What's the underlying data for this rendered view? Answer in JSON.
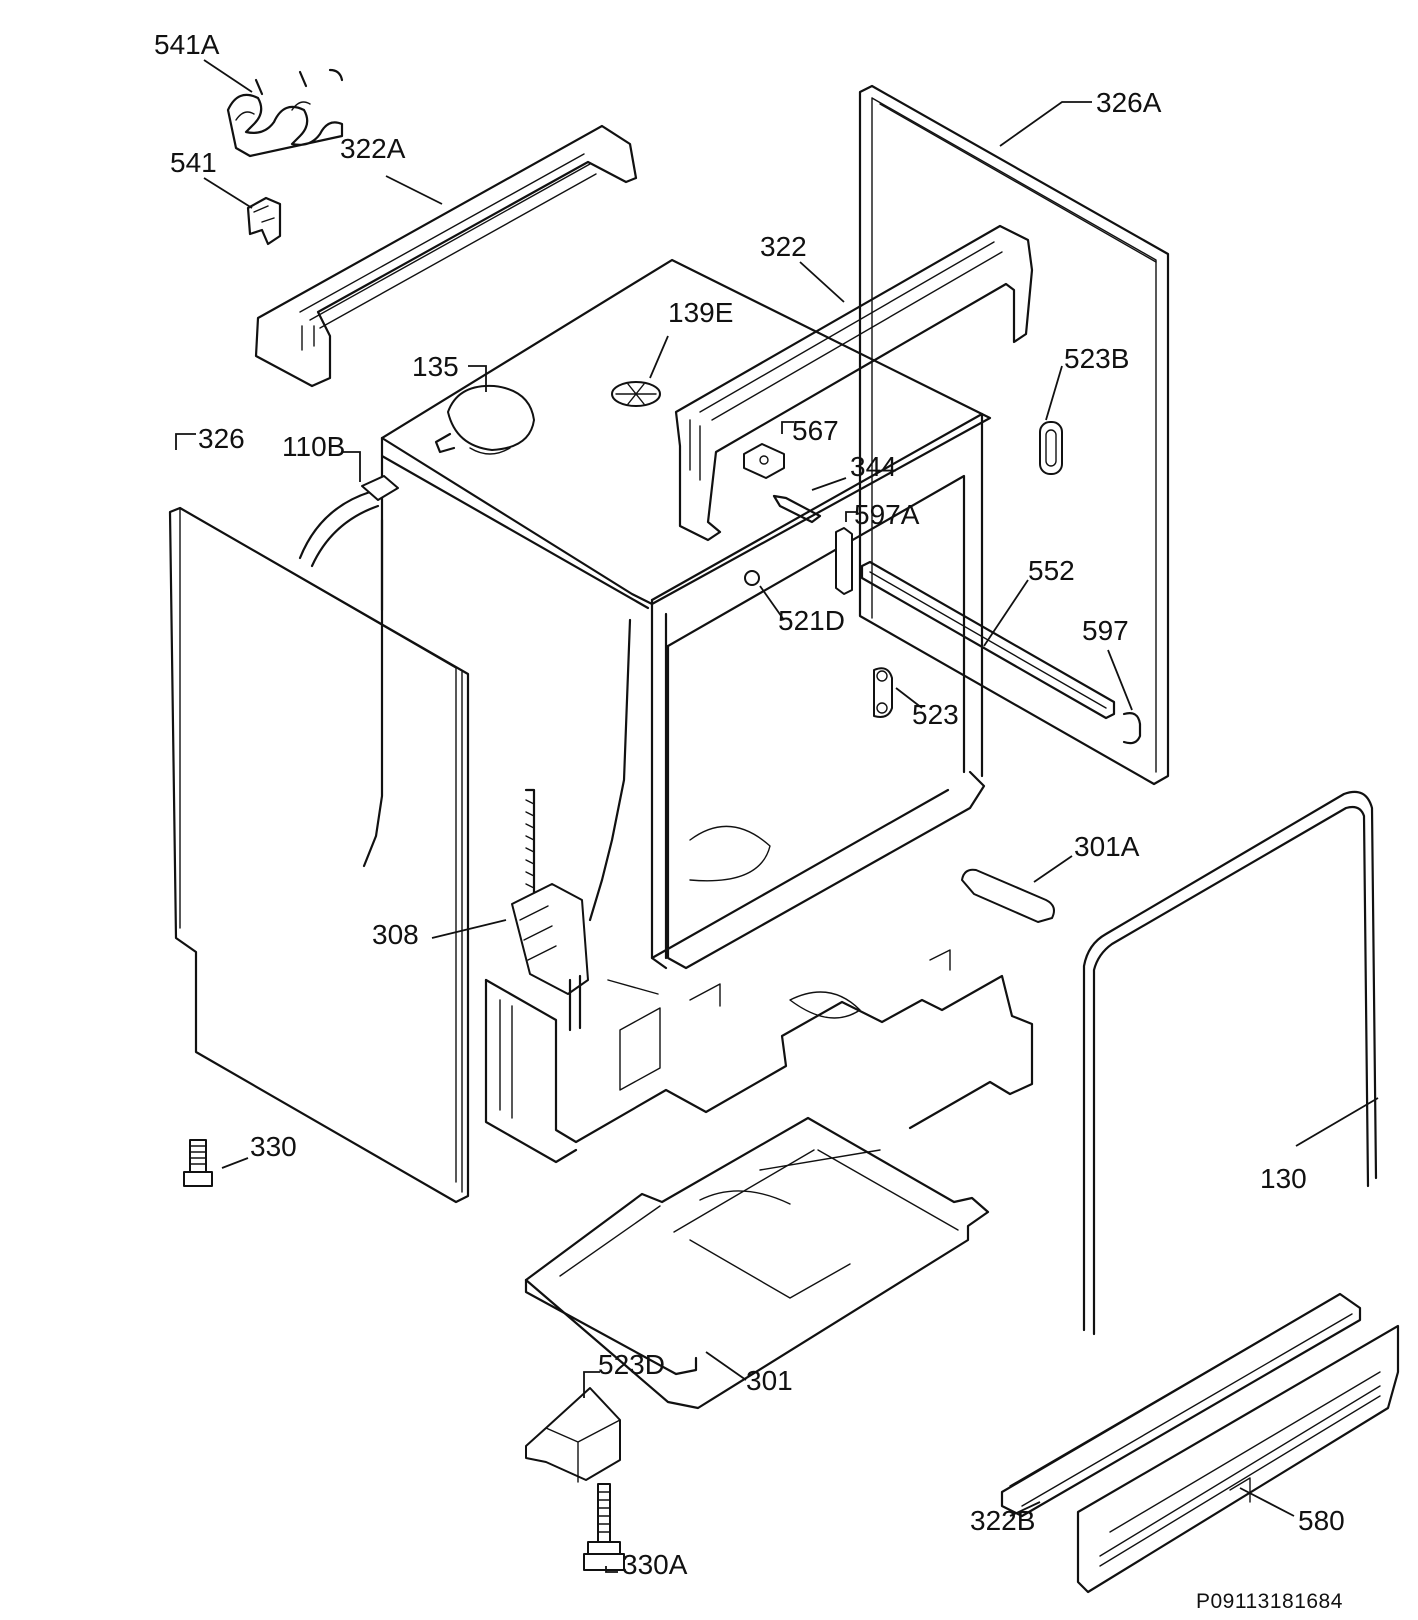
{
  "diagram": {
    "reference_code": "P09113181684",
    "callouts": {
      "c541A": "541A",
      "c541": "541",
      "c322A": "322A",
      "c326A": "326A",
      "c322": "322",
      "c139E": "139E",
      "c135": "135",
      "c523B": "523B",
      "c567": "567",
      "c326": "326",
      "c110B": "110B",
      "c344": "344",
      "c597A": "597A",
      "c552": "552",
      "c521D": "521D",
      "c597": "597",
      "c523": "523",
      "c301A": "301A",
      "c308": "308",
      "c130": "130",
      "c330": "330",
      "c301": "301",
      "c523D": "523D",
      "c322B": "322B",
      "c580": "580",
      "c330A": "330A"
    }
  }
}
